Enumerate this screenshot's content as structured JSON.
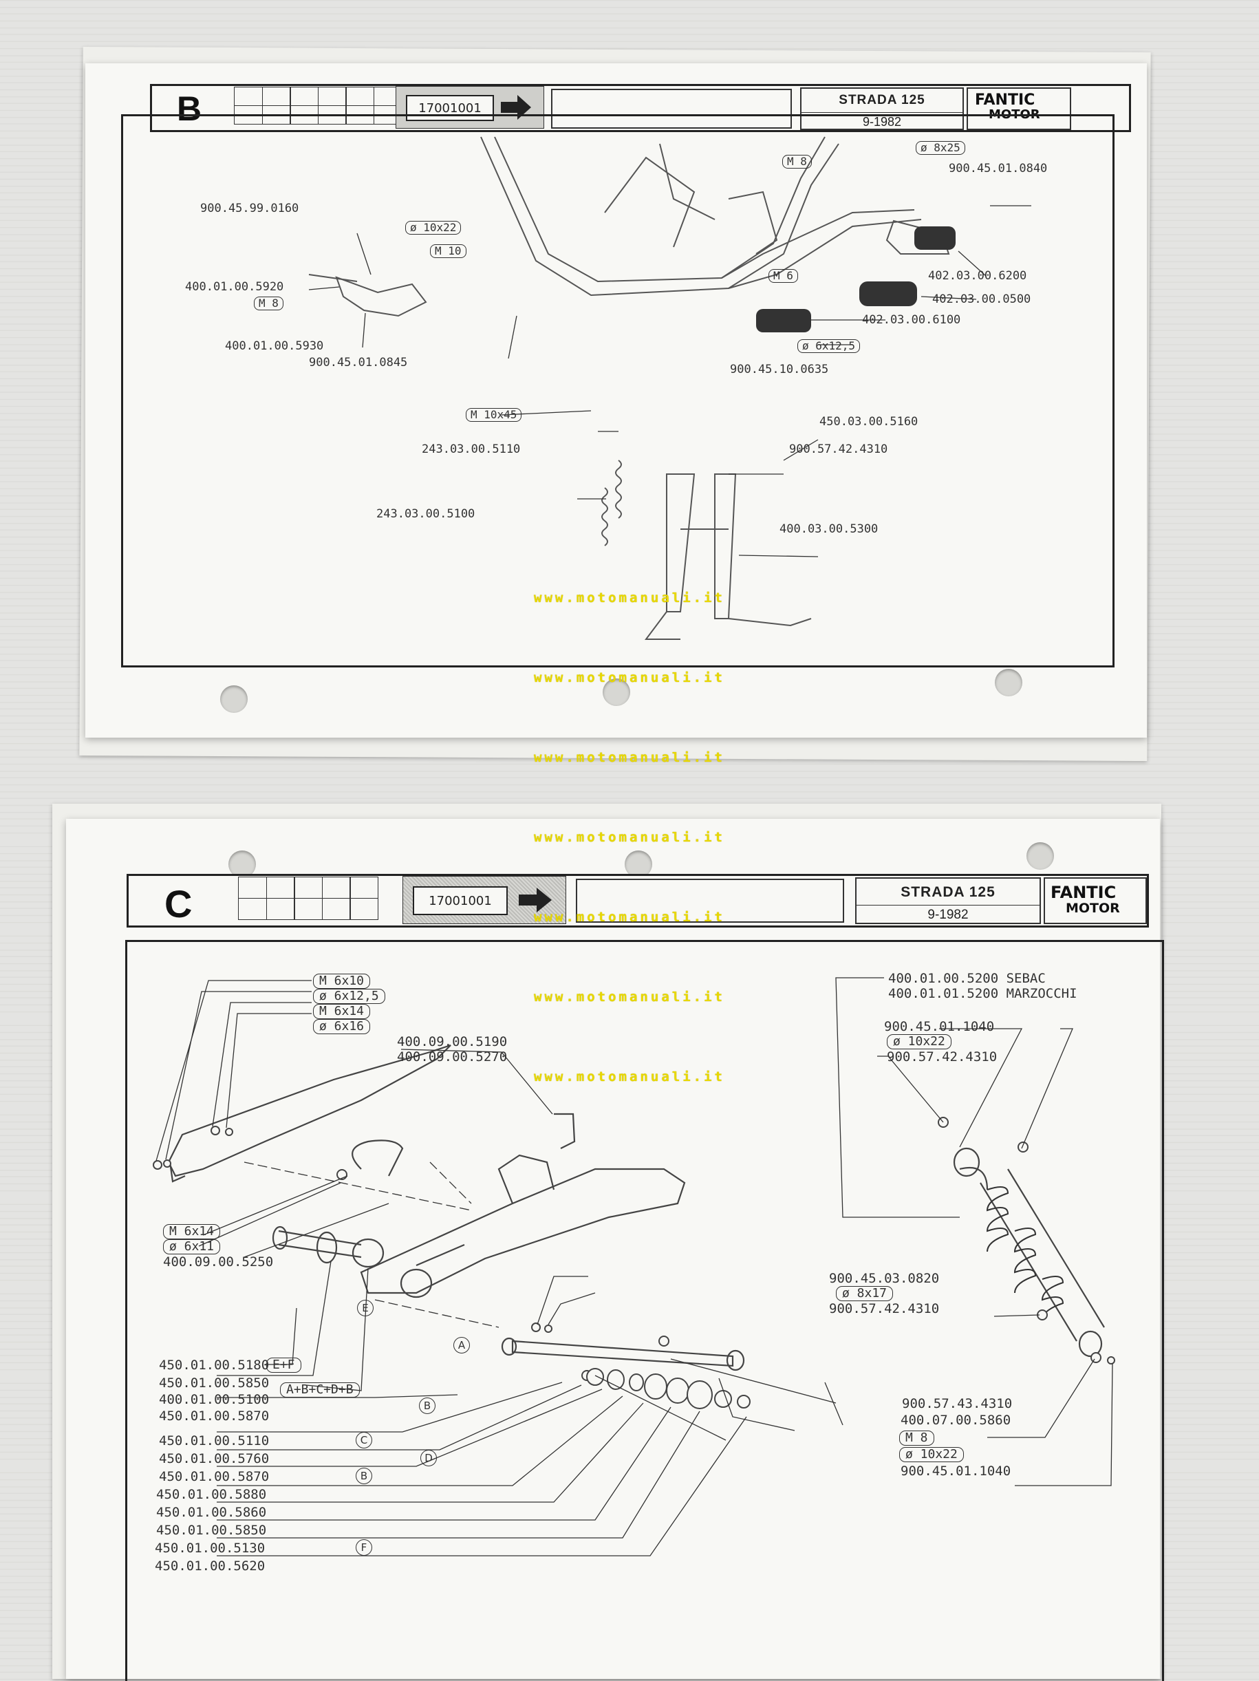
{
  "sheet_b": {
    "letter": "B",
    "code": "17001001",
    "model": "STRADA   125",
    "date": "9-1982",
    "brand_line1": "FANTIC",
    "brand_line2": "MOTOR",
    "labels": {
      "l1": "900.45.99.0160",
      "l2": "400.01.00.5920",
      "l3": "400.01.00.5930",
      "l4": "900.45.01.0845",
      "l5": "900.45.01.0840",
      "l6": "402.03.00.6200",
      "l7": "402.03.00.0500",
      "l8": "402.03.00.6100",
      "l9": "900.45.10.0635",
      "l10": "450.03.00.5160",
      "l11": "900.57.42.4310",
      "l12": "243.03.00.5110",
      "l13": "243.03.00.5100",
      "l14": "400.03.00.5300"
    },
    "tags": {
      "t1": "ø 10x22",
      "t2": "M 10",
      "t3": "M 8",
      "t4": "M 8",
      "t5": "ø 8x25",
      "t6": "M 6",
      "t7": "ø 6x12,5",
      "t8": "M 10x45"
    }
  },
  "sheet_c": {
    "letter": "C",
    "code": "17001001",
    "model": "STRADA   125",
    "date": "9-1982",
    "brand_line1": "FANTIC",
    "brand_line2": "MOTOR",
    "tags_top": [
      "M 6x10",
      "ø 6x12,5",
      "M 6x14",
      "ø 6x16"
    ],
    "top_codes": [
      "400.09.00.5190",
      "400.09.00.5270"
    ],
    "shock_codes": [
      "400.01.00.5200 SEBAC",
      "400.01.01.5200 MARZOCCHI"
    ],
    "shock_bolt": "900.45.01.1040",
    "shock_washer": "ø 10x22",
    "shock_nut": "900.57.42.4310",
    "left_tags": [
      "M 6x14",
      "ø 6x11"
    ],
    "left_code": "400.09.00.5250",
    "lower_codes": [
      "450.01.00.5180",
      "450.01.00.5850",
      "400.01.00.5100",
      "450.01.00.5870",
      "450.01.00.5110",
      "450.01.00.5760",
      "450.01.00.5870",
      "450.01.00.5880",
      "450.01.00.5860",
      "450.01.00.5850",
      "450.01.00.5130",
      "450.01.00.5620"
    ],
    "lower_tags": [
      "E+F",
      "A+B+C+D+B"
    ],
    "circles": [
      "E",
      "A",
      "B",
      "C",
      "D",
      "B",
      "F"
    ],
    "mid_codes": [
      "900.45.03.0820",
      "ø 8x17",
      "900.57.42.4310"
    ],
    "rod_codes": [
      "900.57.43.4310",
      "400.07.00.5860"
    ],
    "rod_tags": [
      "M 8",
      "ø 10x22"
    ],
    "rod_bolt": "900.45.01.1040"
  },
  "watermark": "www.motomanuali.it"
}
